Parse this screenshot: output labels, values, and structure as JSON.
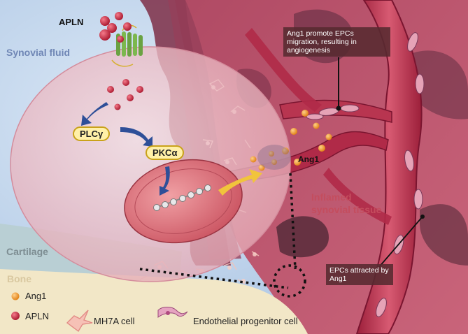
{
  "labels": {
    "apln_top": "APLN",
    "synovial_fluid": "Synovial fluid",
    "cartilage": "Cartilage",
    "bone": "Bone",
    "inflamed_line1": "Inflamed",
    "inflamed_line2": "synovial tissue",
    "ang1": "Ang1"
  },
  "pathway": {
    "plc": "PLCγ",
    "pkc": "PKCα"
  },
  "callouts": {
    "migration": "Ang1 promote EPCs migration, resulting in angiogenesis",
    "attracted": "EPCs attracted by Ang1"
  },
  "legend": {
    "ang1": "Ang1",
    "apln": "APLN",
    "mh7a": "MH7A cell",
    "epc": "Endothelial progenitor cell"
  },
  "colors": {
    "synovial_fluid_text": "#6f86b5",
    "cartilage_text": "#7d8d92",
    "bone_text": "#d9c8a0",
    "inflamed_text": "#c44d5e",
    "apln_red": "#c8243c",
    "ang1_orange": "#f39a2a",
    "pill_fill": "#fff0a8"
  }
}
